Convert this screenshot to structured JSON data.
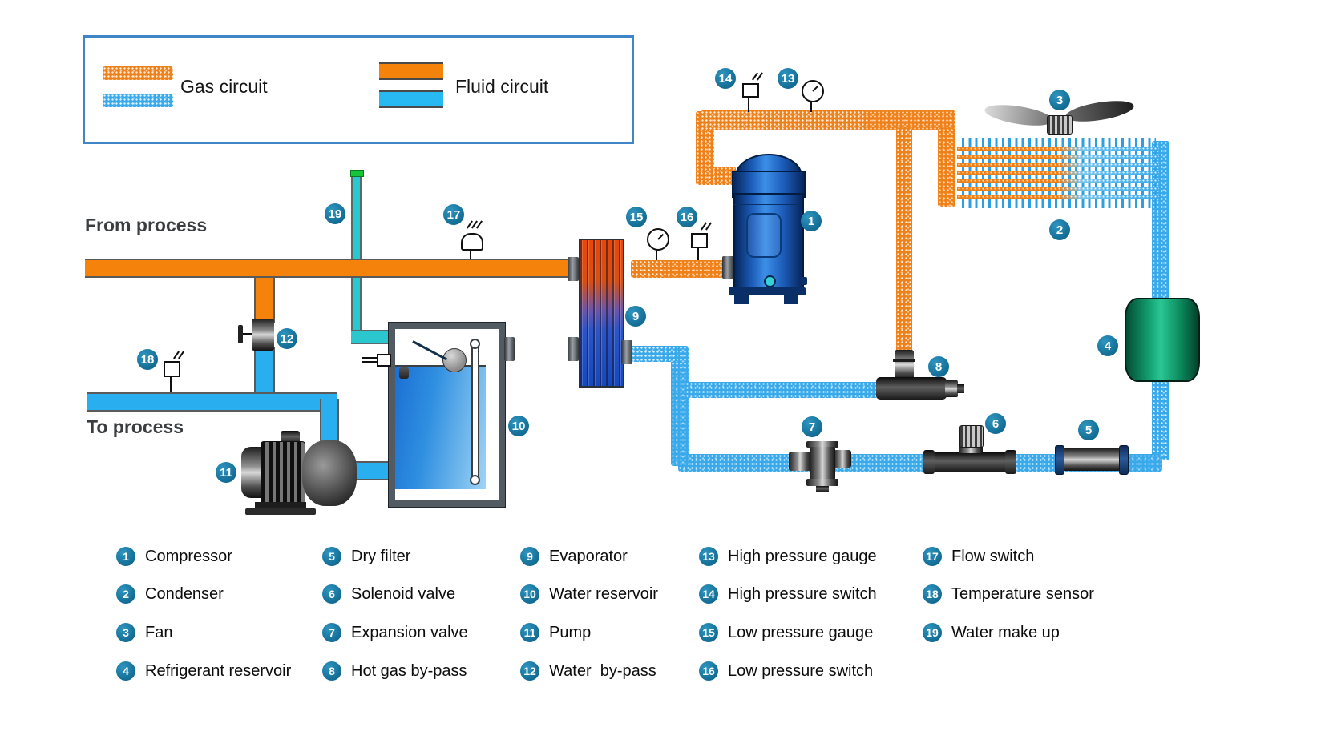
{
  "legend_box": {
    "gas_label": "Gas circuit",
    "fluid_label": "Fluid circuit"
  },
  "flow_labels": {
    "from_process": "From process",
    "to_process": "To process"
  },
  "components": [
    {
      "num": "1",
      "label": "Compressor"
    },
    {
      "num": "2",
      "label": "Condenser"
    },
    {
      "num": "3",
      "label": "Fan"
    },
    {
      "num": "4",
      "label": "Refrigerant reservoir"
    },
    {
      "num": "5",
      "label": "Dry filter"
    },
    {
      "num": "6",
      "label": "Solenoid valve"
    },
    {
      "num": "7",
      "label": "Expansion valve"
    },
    {
      "num": "8",
      "label": "Hot gas by-pass"
    },
    {
      "num": "9",
      "label": "Evaporator"
    },
    {
      "num": "10",
      "label": "Water reservoir"
    },
    {
      "num": "11",
      "label": "Pump"
    },
    {
      "num": "12",
      "label": "Water  by-pass"
    },
    {
      "num": "13",
      "label": "High pressure gauge"
    },
    {
      "num": "14",
      "label": "High pressure switch"
    },
    {
      "num": "15",
      "label": "Low pressure gauge"
    },
    {
      "num": "16",
      "label": "Low pressure switch"
    },
    {
      "num": "17",
      "label": "Flow switch"
    },
    {
      "num": "18",
      "label": "Temperature sensor"
    },
    {
      "num": "19",
      "label": "Water make up"
    }
  ],
  "colors": {
    "gas_orange": "#F08018",
    "gas_blue": "#38A9EA",
    "fluid_orange": "#F5820B",
    "fluid_blue": "#29AEF0",
    "makeup_cyan": "#2BC7CE",
    "badge_teal": "#10688F",
    "legend_border": "#3E86C8",
    "reservoir_green": "#2BC795",
    "compressor_blue": "#3C8FE8"
  }
}
